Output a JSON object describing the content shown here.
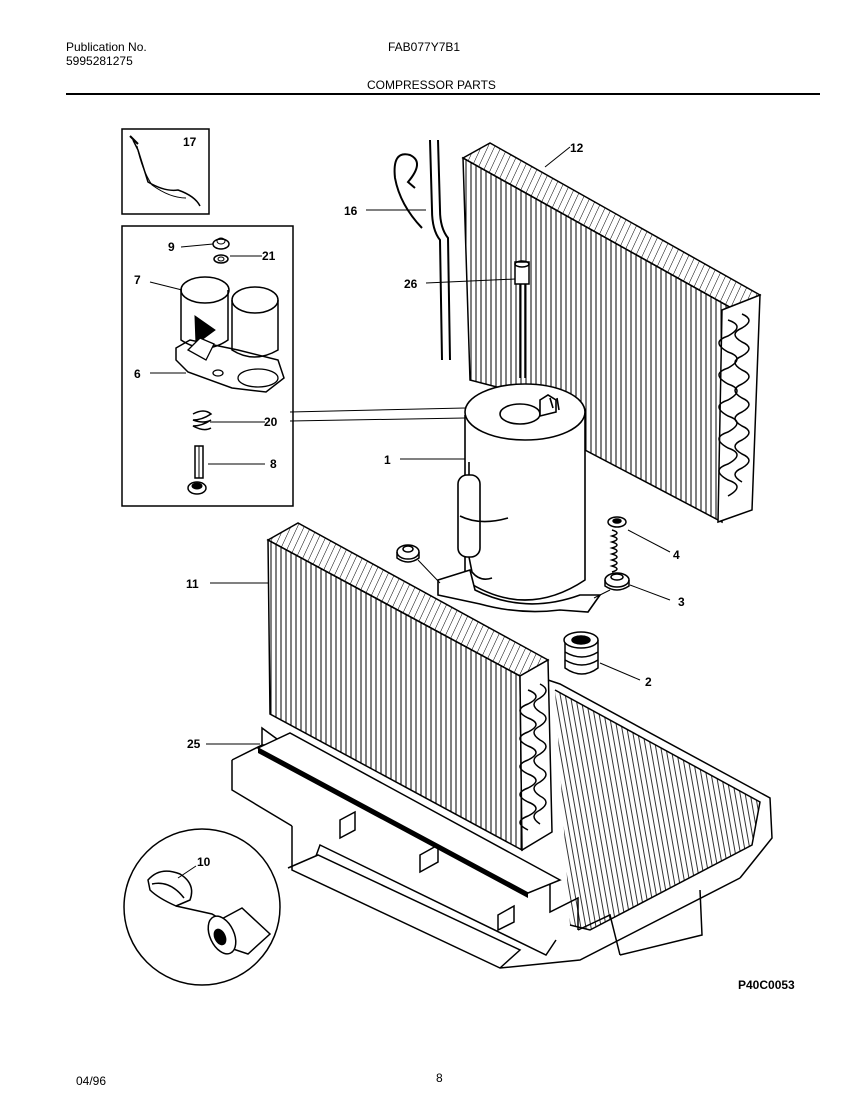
{
  "header": {
    "publication_label": "Publication No.",
    "publication_number": "5995281275",
    "model": "FAB077Y7B1",
    "section_title": "COMPRESSOR PARTS"
  },
  "callouts": {
    "c1": "1",
    "c2": "2",
    "c3": "3",
    "c4": "4",
    "c6": "6",
    "c7": "7",
    "c8": "8",
    "c9": "9",
    "c10": "10",
    "c11": "11",
    "c12": "12",
    "c16": "16",
    "c17": "17",
    "c20": "20",
    "c21": "21",
    "c25": "25",
    "c26": "26"
  },
  "figure_code": "P40C0053",
  "footer": {
    "date": "04/96",
    "page": "8"
  }
}
